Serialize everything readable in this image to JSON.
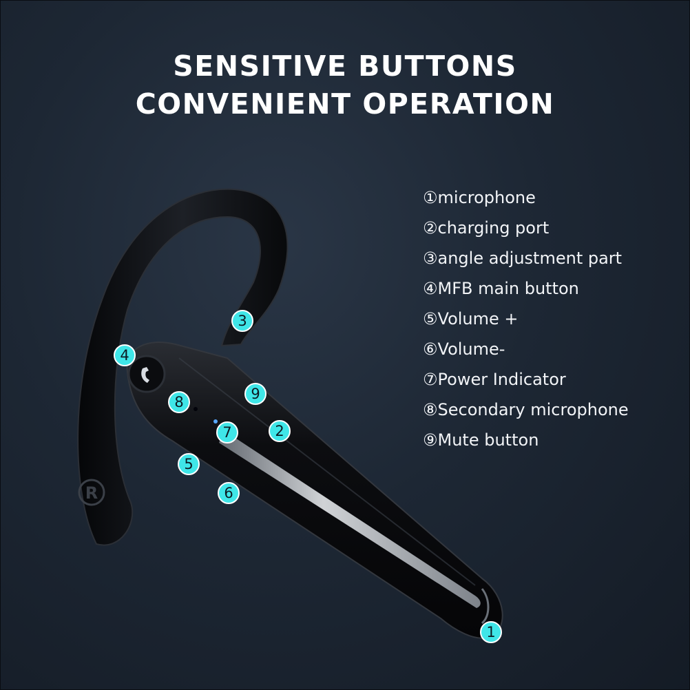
{
  "headline": {
    "line1": "SENSITIVE BUTTONS",
    "line2": "CONVENIENT OPERATION"
  },
  "legend": [
    "①microphone",
    "②charging port",
    "③angle adjustment part",
    "④MFB main button",
    "⑤Volume +",
    "⑥Volume-",
    "⑦Power Indicator",
    "⑧Secondary microphone",
    "⑨Mute button"
  ],
  "markers": [
    "1",
    "2",
    "3",
    "4",
    "5",
    "6",
    "7",
    "8",
    "9"
  ],
  "side_badge": "R",
  "colors": {
    "background": "#1d2734",
    "marker": "#3fe6e8",
    "text": "#ffffff"
  }
}
